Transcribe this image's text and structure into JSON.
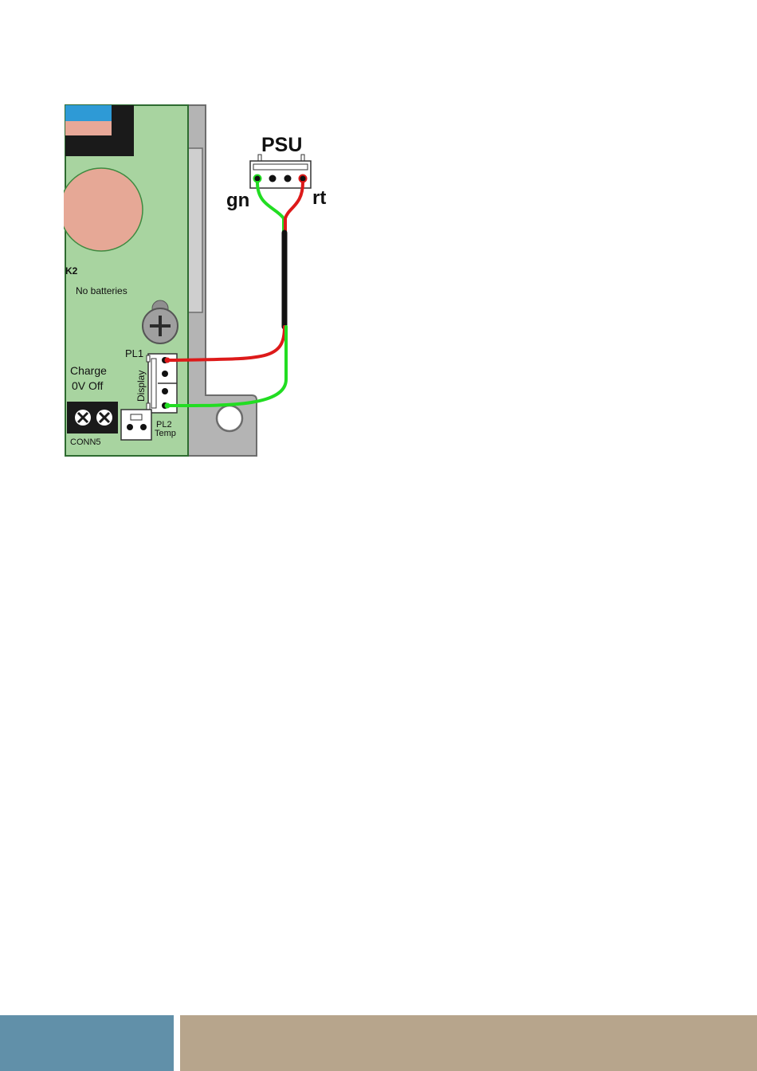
{
  "labels": {
    "psu": "PSU",
    "gn": "gn",
    "rt": "rt",
    "k2": "K2",
    "no_batteries": "No batteries",
    "pl1": "PL1",
    "display": "Display",
    "charge": "Charge",
    "ov_off": "0V Off",
    "conn5": "CONN5",
    "pl2": "PL2",
    "temp": "Temp"
  },
  "colors": {
    "board": "#a8d4a0",
    "board_edge": "#2e6b30",
    "pad": "#e6a896",
    "chassis": "#b4b4b4",
    "chassis_dark": "#6d6d6d",
    "wire_green": "#22dd22",
    "wire_red": "#dd1a1a",
    "sheath": "#111111",
    "footer_left": "#6190a9",
    "footer_right": "#b7a58c",
    "blue_strip": "#2e9ad6",
    "pink_strip": "#e8a898"
  }
}
